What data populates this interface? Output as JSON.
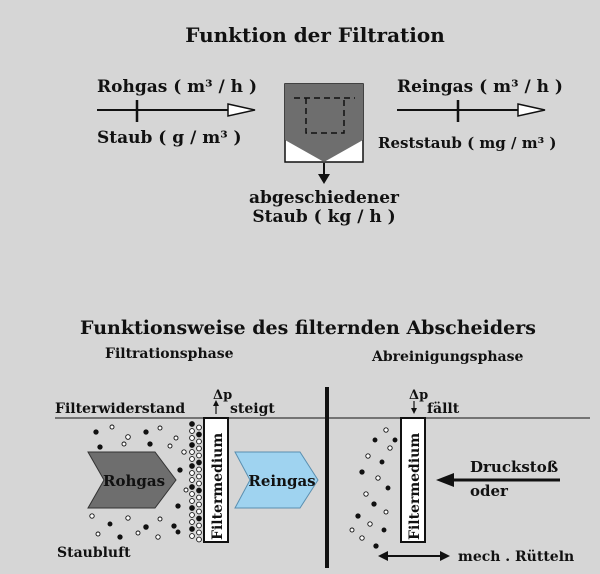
{
  "top": {
    "title": "Funktion der Filtration",
    "inlet_top": "Rohgas ( m³ / h )",
    "inlet_bottom": "Staub ( g / m³ )",
    "outlet_top": "Reingas ( m³ / h )",
    "outlet_bottom": "Reststaub ( mg / m³ )",
    "separated_line1": "abgeschiedener",
    "separated_line2": "Staub ( kg / h )"
  },
  "bottom": {
    "title": "Funktionsweise des filternden Abscheiders",
    "phase_filtration": "Filtrationsphase",
    "phase_cleaning": "Abreinigungsphase",
    "filter_resistance": "Filterwiderstand",
    "delta_p_left": "Δp",
    "rising": "steigt",
    "delta_p_right": "Δp",
    "falling": "fällt",
    "raw_gas": "Rohgas",
    "clean_gas": "Reingas",
    "filter_medium_left": "Filtermedium",
    "filter_medium_right": "Filtermedium",
    "pressure_pulse": "Druckstoß",
    "or": "oder",
    "shaking": "mech . Rütteln",
    "dusty_air": "Staubluft"
  },
  "colors": {
    "background": "#d6d6d6",
    "dark_grey": "#6e6e6e",
    "light_blue": "#9fd3f0",
    "black": "#111111",
    "white": "#ffffff"
  }
}
